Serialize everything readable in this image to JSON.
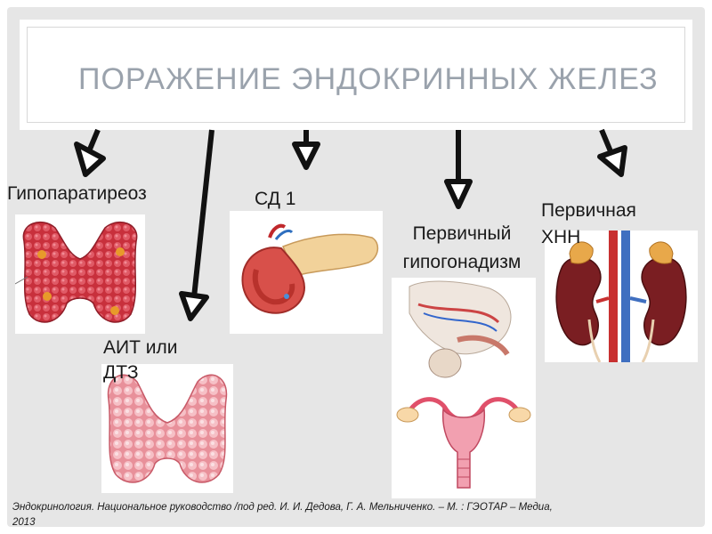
{
  "title": "ПОРАЖЕНИЕ ЭНДОКРИННЫХ ЖЕЛЕЗ",
  "labels": {
    "hypoparathyroidism": "Гипопаратиреоз",
    "sd1": "СД 1",
    "ait_dtz": "АИТ или ДТЗ",
    "hypogonadism": "Первичный гипогонадизм",
    "hnn": "Первичная ХНН"
  },
  "citation": {
    "line1": "Эндокринология. Национальное руководство /под ред. И. И. Дедова, Г. А. Мельниченко. – М. : ГЭОТАР – Медиа,",
    "line2": "2013"
  },
  "colors": {
    "title": "#9aa2ac",
    "background": "#e6e6e6",
    "arrow": "#111111"
  }
}
